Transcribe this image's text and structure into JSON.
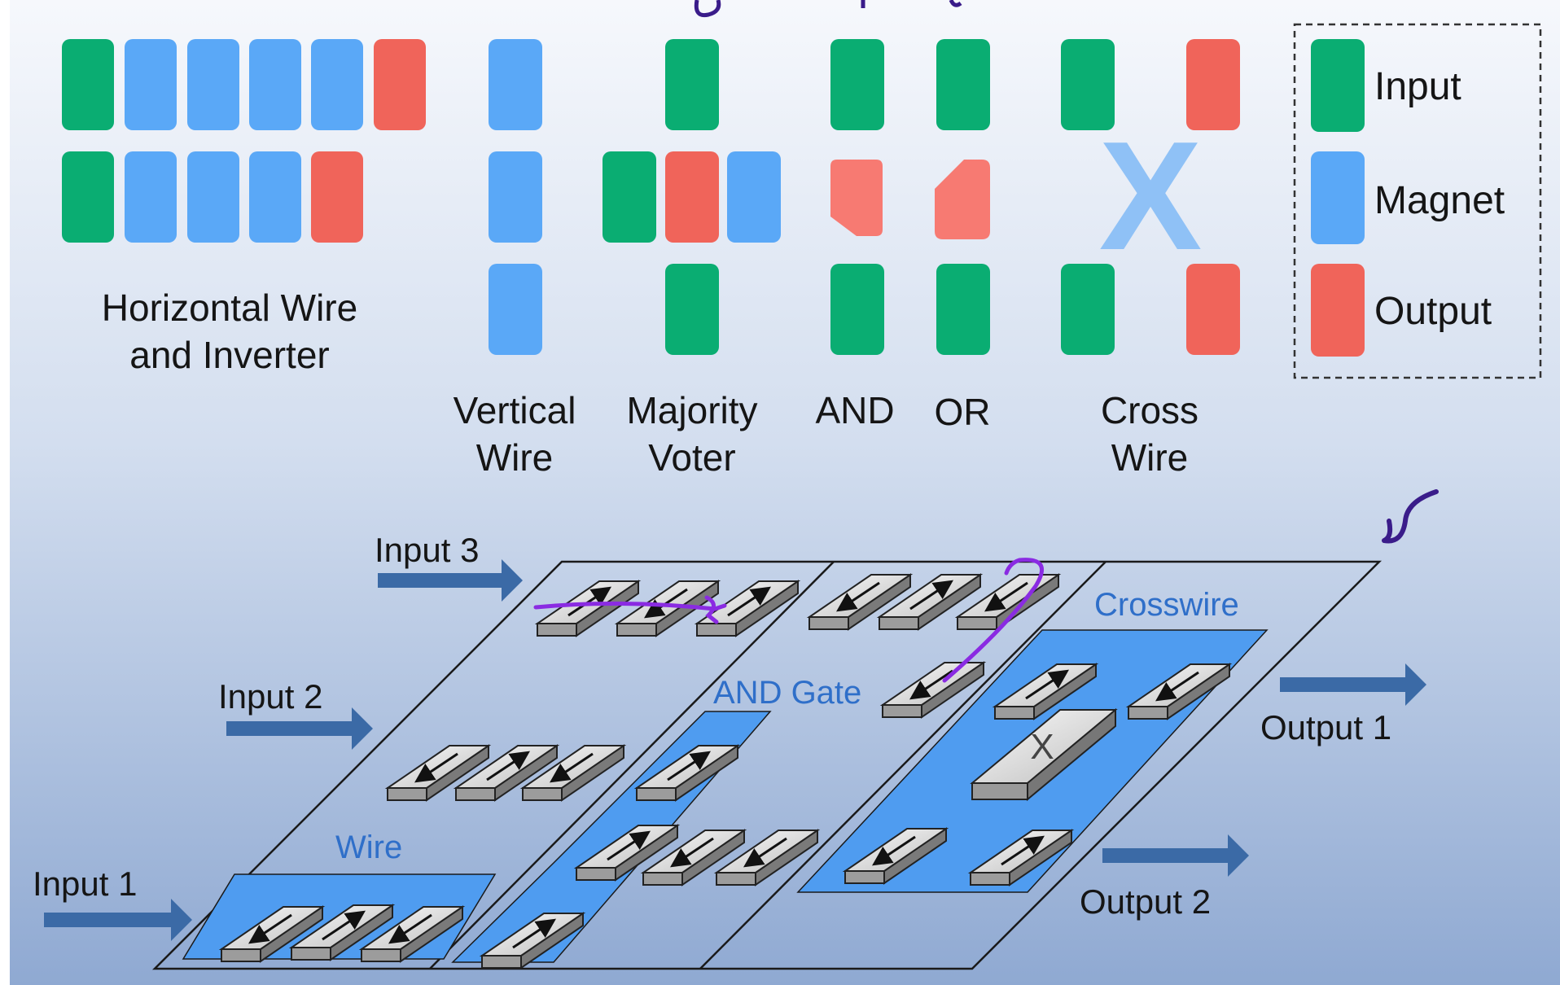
{
  "colors": {
    "input": "#0aad72",
    "magnet": "#5aa8f7",
    "output": "#f0645a",
    "output_light": "#f77a72",
    "cross_x": "#8fc1f6",
    "region": "#4f9cf0",
    "region_label": "#2f6fc9",
    "arrow": "#3b6aa6",
    "annotation": "#8a2be2",
    "annotation_dark": "#3a1c8a",
    "bg_top": "#f6f8fc",
    "bg_bottom": "#8fa9d2"
  },
  "gates": {
    "horizontal": {
      "label_line1": "Horizontal Wire",
      "label_line2": "and Inverter"
    },
    "vertical": {
      "label_line1": "Vertical",
      "label_line2": "Wire"
    },
    "majority": {
      "label_line1": "Majority",
      "label_line2": "Voter"
    },
    "and": {
      "label": "AND"
    },
    "or": {
      "label": "OR"
    },
    "cross": {
      "label_line1": "Cross",
      "label_line2": "Wire",
      "mark": "X"
    }
  },
  "legend": {
    "items": [
      {
        "label": "Input",
        "color": "input"
      },
      {
        "label": "Magnet",
        "color": "magnet"
      },
      {
        "label": "Output",
        "color": "output"
      }
    ]
  },
  "circuit": {
    "inputs": [
      "Input 1",
      "Input 2",
      "Input 3"
    ],
    "outputs": [
      "Output 1",
      "Output 2"
    ],
    "regions": [
      "Wire",
      "AND Gate",
      "Crosswire"
    ],
    "cross_mark": "X"
  }
}
